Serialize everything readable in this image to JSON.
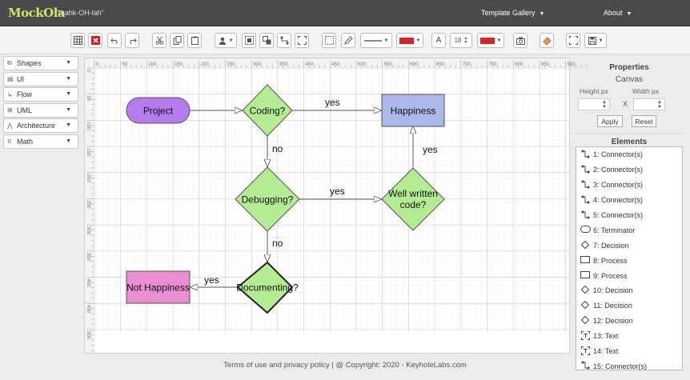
{
  "app": {
    "logo": "MockOla",
    "subtitle": "\"mahk-OH-lah\""
  },
  "menu": {
    "gallery": "Template Gallery",
    "about": "About"
  },
  "toolbar": {
    "font_size": "18",
    "line_color": "#e02020",
    "fill_color": "#e02020"
  },
  "categories": [
    {
      "icon": "⧉",
      "label": "Shapes"
    },
    {
      "icon": "▤",
      "label": "UI"
    },
    {
      "icon": "↳",
      "label": "Flow"
    },
    {
      "icon": "⊞",
      "label": "UML"
    },
    {
      "icon": "⋀",
      "label": "Architecture"
    },
    {
      "icon": "π",
      "label": "Math"
    }
  ],
  "ruler": {
    "x_ticks": [
      "0",
      "50",
      "100",
      "150",
      "200",
      "250",
      "300",
      "350",
      "400",
      "450",
      "500",
      "550",
      "600",
      "650",
      "700",
      "750",
      "800",
      "850",
      "900"
    ],
    "y_ticks": [
      "0",
      "50",
      "100",
      "150",
      "200",
      "250",
      "300",
      "350",
      "400",
      "450",
      "500"
    ]
  },
  "diagram": {
    "project": "Project",
    "coding": "Coding?",
    "happiness": "Happiness",
    "debugging": "Debugging?",
    "well_written_1": "Well written",
    "well_written_2": "code?",
    "documenting": "Documenting?",
    "not_happiness": "Not Happiness",
    "yes_1": "yes",
    "no_1": "no",
    "yes_2": "yes",
    "yes_3": "yes",
    "no_2": "no",
    "yes_4": "yes",
    "colors": {
      "terminator": "#b57bec",
      "decision": "#b4ec94",
      "process_blue": "#aab8ea",
      "process_pink": "#e98ed1"
    }
  },
  "properties": {
    "title": "Properties",
    "subtitle": "Canvas",
    "height_label": "Height px",
    "width_label": "Width px",
    "x_sep": "X",
    "apply": "Apply",
    "reset": "Reset"
  },
  "elements": {
    "title": "Elements",
    "items": [
      {
        "icon": "connector",
        "label": "1: Connector(s)"
      },
      {
        "icon": "connector",
        "label": "2: Connector(s)"
      },
      {
        "icon": "connector",
        "label": "3: Connector(s)"
      },
      {
        "icon": "connector",
        "label": "4: Connector(s)"
      },
      {
        "icon": "connector",
        "label": "5: Connector(s)"
      },
      {
        "icon": "terminator",
        "label": "6: Terminator"
      },
      {
        "icon": "decision",
        "label": "7: Decision"
      },
      {
        "icon": "process",
        "label": "8: Process"
      },
      {
        "icon": "process",
        "label": "9: Process"
      },
      {
        "icon": "decision",
        "label": "10: Decision"
      },
      {
        "icon": "decision",
        "label": "11: Decision"
      },
      {
        "icon": "decision",
        "label": "12: Decision"
      },
      {
        "icon": "text",
        "label": "13: Text"
      },
      {
        "icon": "text",
        "label": "14: Text"
      },
      {
        "icon": "connector",
        "label": "15: Connector(s)"
      }
    ]
  },
  "footer": "Terms of use and privacy policy | @ Copyright: 2020 - KeyholeLabs.com"
}
